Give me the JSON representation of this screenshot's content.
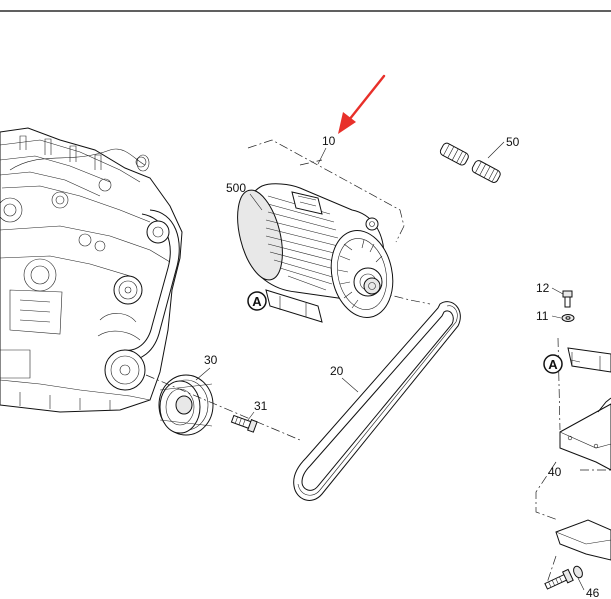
{
  "diagram": {
    "callouts": {
      "c10": "10",
      "c50": "50",
      "c500": "500",
      "c20": "20",
      "c30": "30",
      "c31": "31",
      "c12": "12",
      "c11": "11",
      "c40": "40",
      "c46": "46"
    },
    "reference_markers": {
      "motor": "A",
      "bracket": "A"
    },
    "colors": {
      "arrow": "#e8302a",
      "lines": "#111111",
      "top_rule": "#000000"
    }
  }
}
